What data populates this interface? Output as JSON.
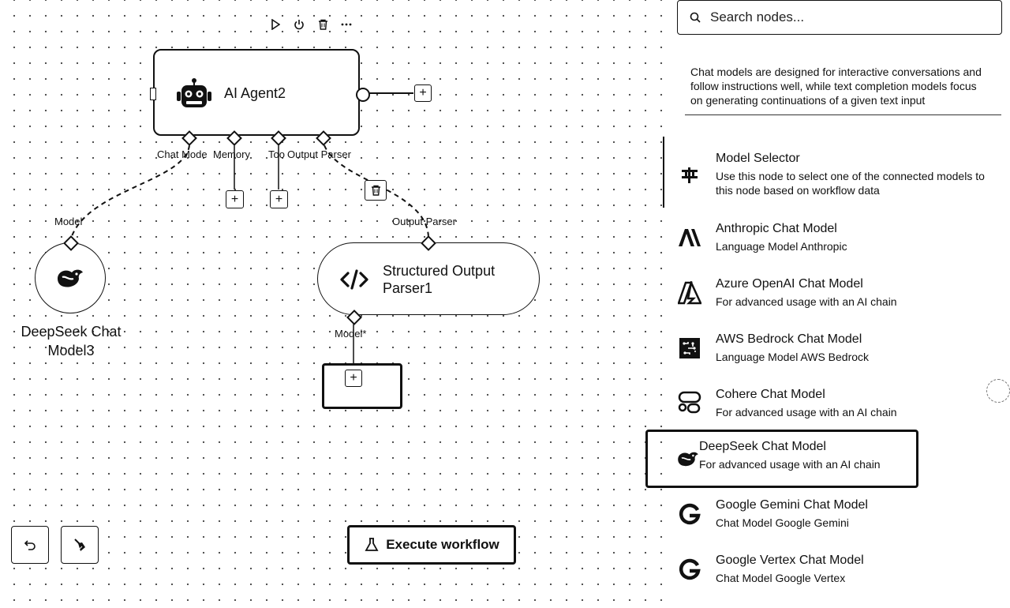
{
  "toolbar": {
    "icons": [
      "play-icon",
      "power-icon",
      "trash-icon",
      "more-icon"
    ]
  },
  "agent_node": {
    "title": "AI Agent2",
    "icon": "robot-icon",
    "handles": [
      "Chat Mode",
      "Memory",
      "Too",
      "Output Parser"
    ]
  },
  "deepseek_node": {
    "handle_label": "Model",
    "title_line1": "DeepSeek Chat",
    "title_line2": "Model3"
  },
  "parser_node": {
    "top_handle_label": "Output Parser",
    "title_line1": "Structured Output",
    "title_line2": "Parser1",
    "bottom_handle_label": "Model*"
  },
  "plus": "+",
  "bottom_bar": {
    "execute_label": "Execute workflow"
  },
  "panel": {
    "search_placeholder": "Search nodes...",
    "description": "Chat models are designed for interactive conversations and follow instructions well, while text completion models focus on generating continuations of a given text input",
    "items": [
      {
        "title": "Model Selector",
        "subtitle": "Use this node to select one of the connected models to this node based on workflow data",
        "icon": "model-selector-icon"
      },
      {
        "title": "Anthropic Chat Model",
        "subtitle": "Language Model Anthropic",
        "icon": "anthropic-icon"
      },
      {
        "title": "Azure OpenAI Chat Model",
        "subtitle": "For advanced usage with an AI chain",
        "icon": "azure-icon"
      },
      {
        "title": "AWS Bedrock Chat Model",
        "subtitle": "Language Model AWS Bedrock",
        "icon": "aws-bedrock-icon"
      },
      {
        "title": "Cohere Chat Model",
        "subtitle": "For advanced usage with an AI chain",
        "icon": "cohere-icon"
      },
      {
        "title": "DeepSeek Chat Model",
        "subtitle": "For advanced usage with an AI chain",
        "icon": "deepseek-icon"
      },
      {
        "title": "Google Gemini Chat Model",
        "subtitle": "Chat Model Google Gemini",
        "icon": "google-gemini-icon"
      },
      {
        "title": "Google Vertex Chat Model",
        "subtitle": "Chat Model Google Vertex",
        "icon": "google-vertex-icon"
      }
    ]
  }
}
